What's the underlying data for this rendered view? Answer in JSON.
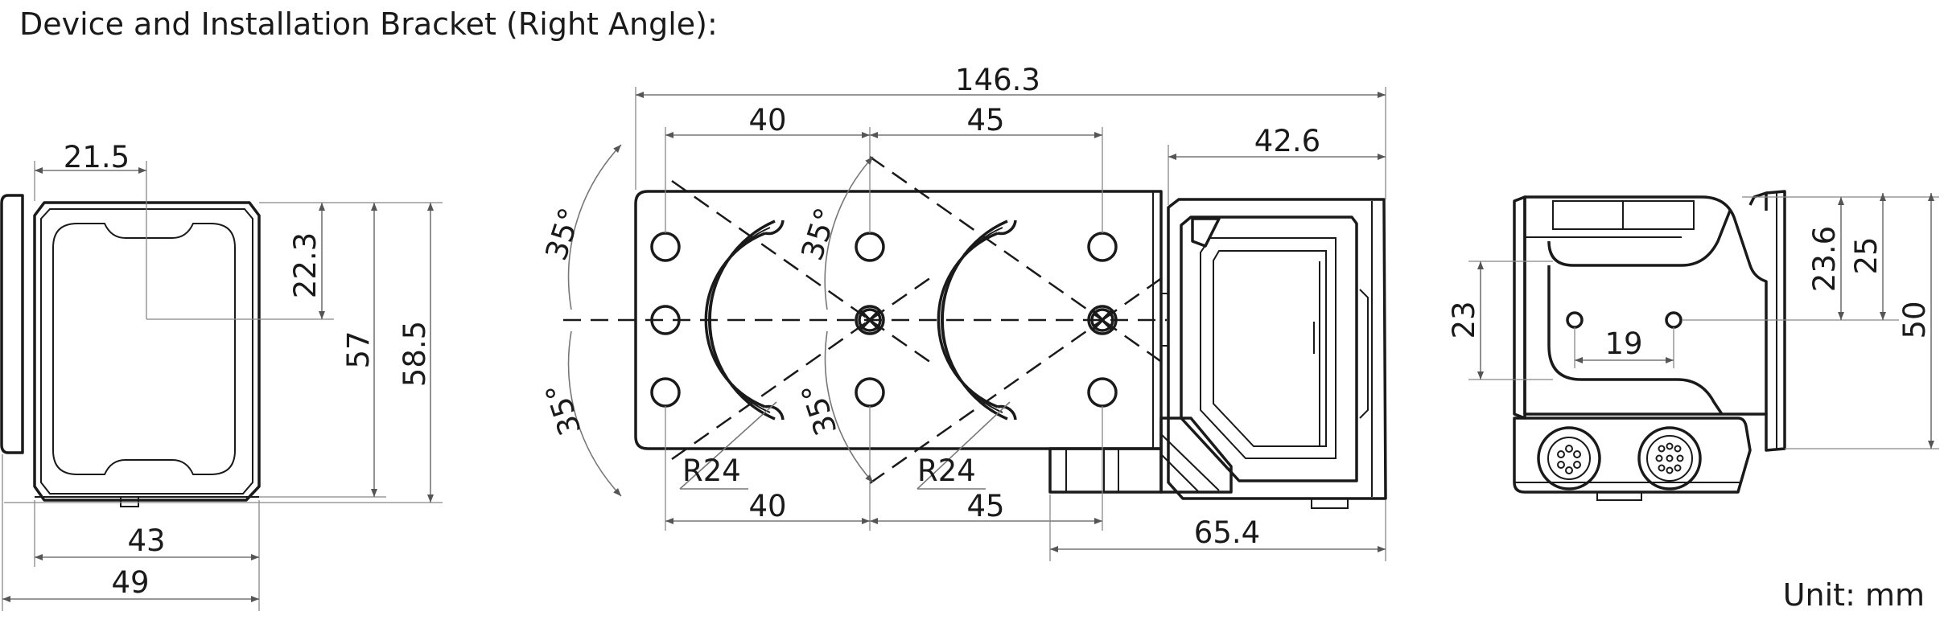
{
  "title": "Device and Installation Bracket (Right Angle):",
  "unit_note": "Unit: mm",
  "views": {
    "front": {
      "width_offset": "21.5",
      "height_offset": "22.3",
      "body_height": "57",
      "total_height": "58.5",
      "body_width": "43",
      "total_width": "49"
    },
    "top": {
      "overall_length": "146.3",
      "hole_pitch_upper_1": "40",
      "hole_pitch_upper_2": "45",
      "device_length": "42.6",
      "hole_pitch_lower_1": "40",
      "hole_pitch_lower_2": "45",
      "bracket_to_end": "65.4",
      "angle_1": "35°",
      "angle_2": "35°",
      "angle_3": "35°",
      "angle_4": "35°",
      "radius_1": "R24",
      "radius_2": "R24"
    },
    "side": {
      "hole_height": "23",
      "hole_spacing": "19",
      "flange_height_1": "23.6",
      "flange_height_2": "25",
      "total_height": "50"
    }
  }
}
